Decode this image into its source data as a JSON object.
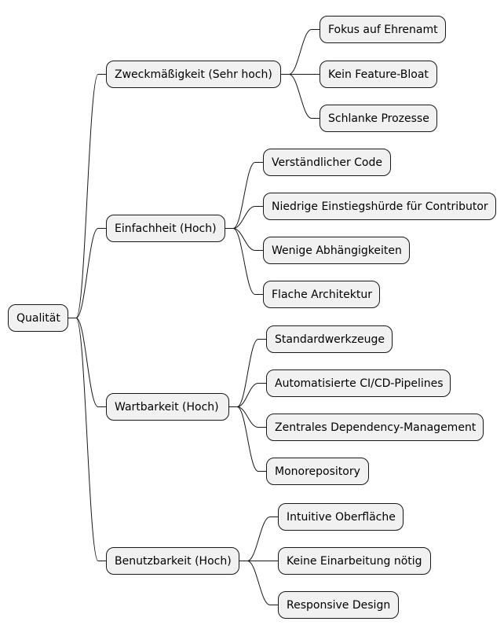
{
  "root": {
    "label": "Qualität"
  },
  "branches": [
    {
      "label": "Zweckmäßigkeit (Sehr hoch)",
      "children": [
        "Fokus auf Ehrenamt",
        "Kein Feature-Bloat",
        "Schlanke Prozesse"
      ]
    },
    {
      "label": "Einfachheit (Hoch)",
      "children": [
        "Verständlicher Code",
        "Niedrige Einstiegshürde für Contributor",
        "Wenige Abhängigkeiten",
        "Flache Architektur"
      ]
    },
    {
      "label": "Wartbarkeit (Hoch)",
      "children": [
        "Standardwerkzeuge",
        "Automatisierte CI/CD-Pipelines",
        "Zentrales Dependency-Management",
        "Monorepository"
      ]
    },
    {
      "label": "Benutzbarkeit (Hoch)",
      "children": [
        "Intuitive Oberfläche",
        "Keine Einarbeitung nötig",
        "Responsive Design"
      ]
    }
  ],
  "colors": {
    "node_fill": "#f1f1f1",
    "node_border": "#181818",
    "edge": "#181818"
  }
}
